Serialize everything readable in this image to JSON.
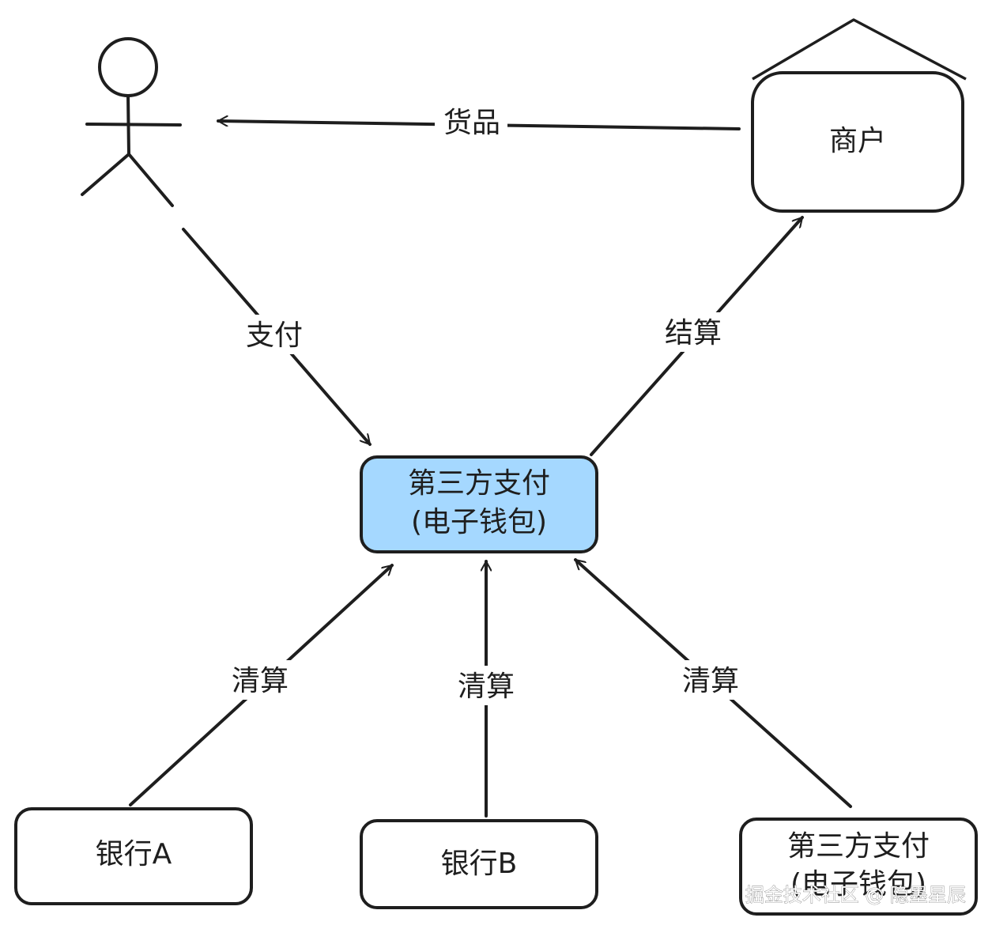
{
  "nodes": {
    "merchant": {
      "label": "商户"
    },
    "center": {
      "line1": "第三方支付",
      "line2": "(电子钱包)",
      "fill": "#a5d8ff"
    },
    "bank_a": {
      "label": "银行A"
    },
    "bank_b": {
      "label": "银行B"
    },
    "third_party": {
      "line1": "第三方支付",
      "line2": "(电子钱包)"
    }
  },
  "edges": {
    "goods": "货品",
    "pay": "支付",
    "settle": "结算",
    "clear_a": "清算",
    "clear_b": "清算",
    "clear_c": "清算"
  },
  "watermark": "掘金技术社区 @ 隐墨星辰",
  "colors": {
    "stroke": "#1e1e1e",
    "center_fill": "#a5d8ff",
    "background": "#ffffff"
  }
}
